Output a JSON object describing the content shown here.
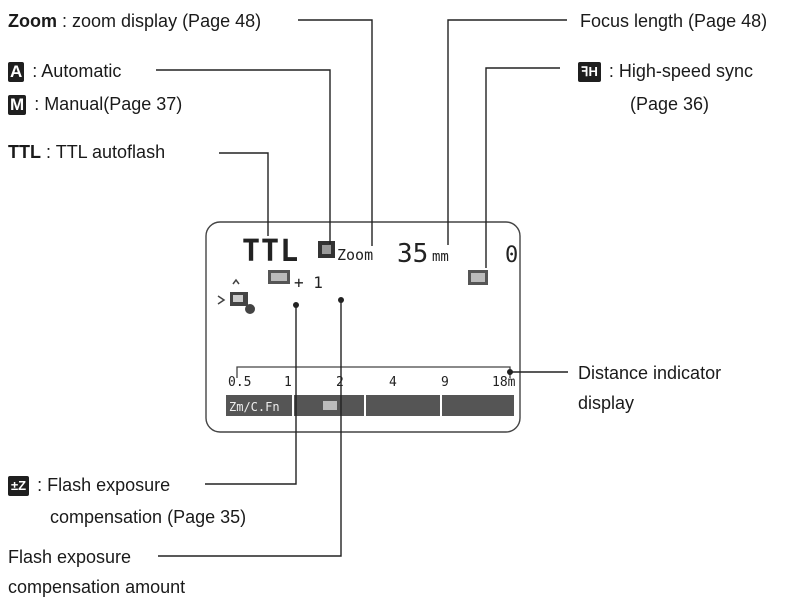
{
  "labels": {
    "zoom_key": "Zoom",
    "zoom_desc": ": zoom display (Page 48)",
    "auto_icon": "A",
    "auto_desc": ": Automatic",
    "manual_icon": "M",
    "manual_desc": ": Manual(Page 37)",
    "ttl_key": "TTL",
    "ttl_desc": ": TTL autoflash",
    "focus_length": "Focus length (Page 48)",
    "hss_icon": "ꟻH",
    "hss_desc": ": High-speed sync",
    "hss_page": "(Page 36)",
    "distance_1": "Distance indicator",
    "distance_2": "display",
    "fec_icon": "±Z",
    "fec_desc_1": ": Flash exposure",
    "fec_desc_2": "compensation (Page 35)",
    "fec_amount_1": "Flash exposure",
    "fec_amount_2": "compensation amount"
  },
  "lcd": {
    "mode": "TTL",
    "zoom_text": "Zoom",
    "focal": "35",
    "focal_unit": "mm",
    "digit_right": "0",
    "fec_value": "+ 1",
    "scale_labels": [
      "0.5",
      "1",
      "2",
      "4",
      "9",
      "18m"
    ],
    "tab1": "Zm/C.Fn"
  }
}
